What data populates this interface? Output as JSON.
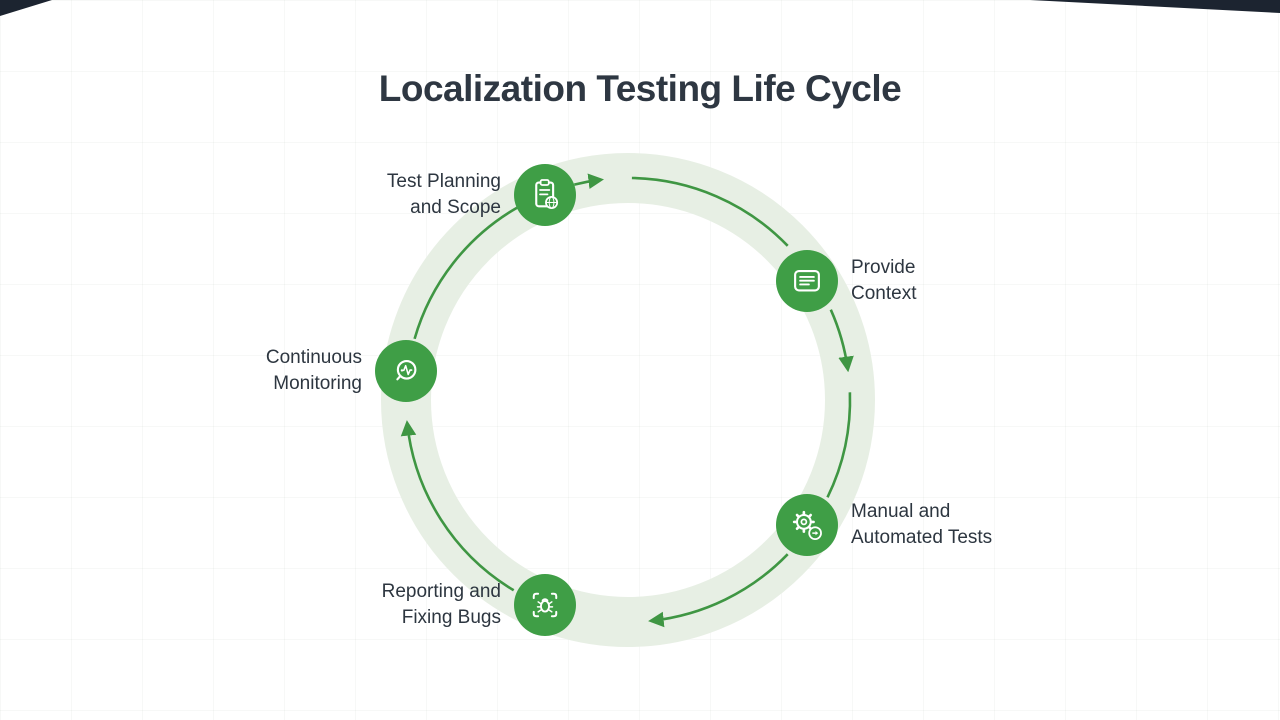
{
  "title": "Localization Testing Life Cycle",
  "diagram_type": "cycle",
  "flow_direction": "clockwise",
  "colors": {
    "node_green": "#3f9e46",
    "arrow_green": "#3f9643",
    "ring_green": "#e7efe4",
    "title_color": "#2e3742",
    "label_color": "#2d3640",
    "background": "#ffffff"
  },
  "stages": [
    {
      "label": "Test Planning and Scope",
      "lines": [
        "Test Planning",
        "and Scope"
      ],
      "icon": "clipboard-globe-icon"
    },
    {
      "label": "Provide Context",
      "lines": [
        "Provide",
        "Context"
      ],
      "icon": "document-lines-icon"
    },
    {
      "label": "Manual and Automated Tests",
      "lines": [
        "Manual and",
        "Automated Tests"
      ],
      "icon": "gear-automation-icon"
    },
    {
      "label": "Reporting and Fixing Bugs",
      "lines": [
        "Reporting and",
        "Fixing Bugs"
      ],
      "icon": "bug-scan-icon"
    },
    {
      "label": "Continuous Monitoring",
      "lines": [
        "Continuous",
        "Monitoring"
      ],
      "icon": "pulse-monitor-icon"
    }
  ]
}
